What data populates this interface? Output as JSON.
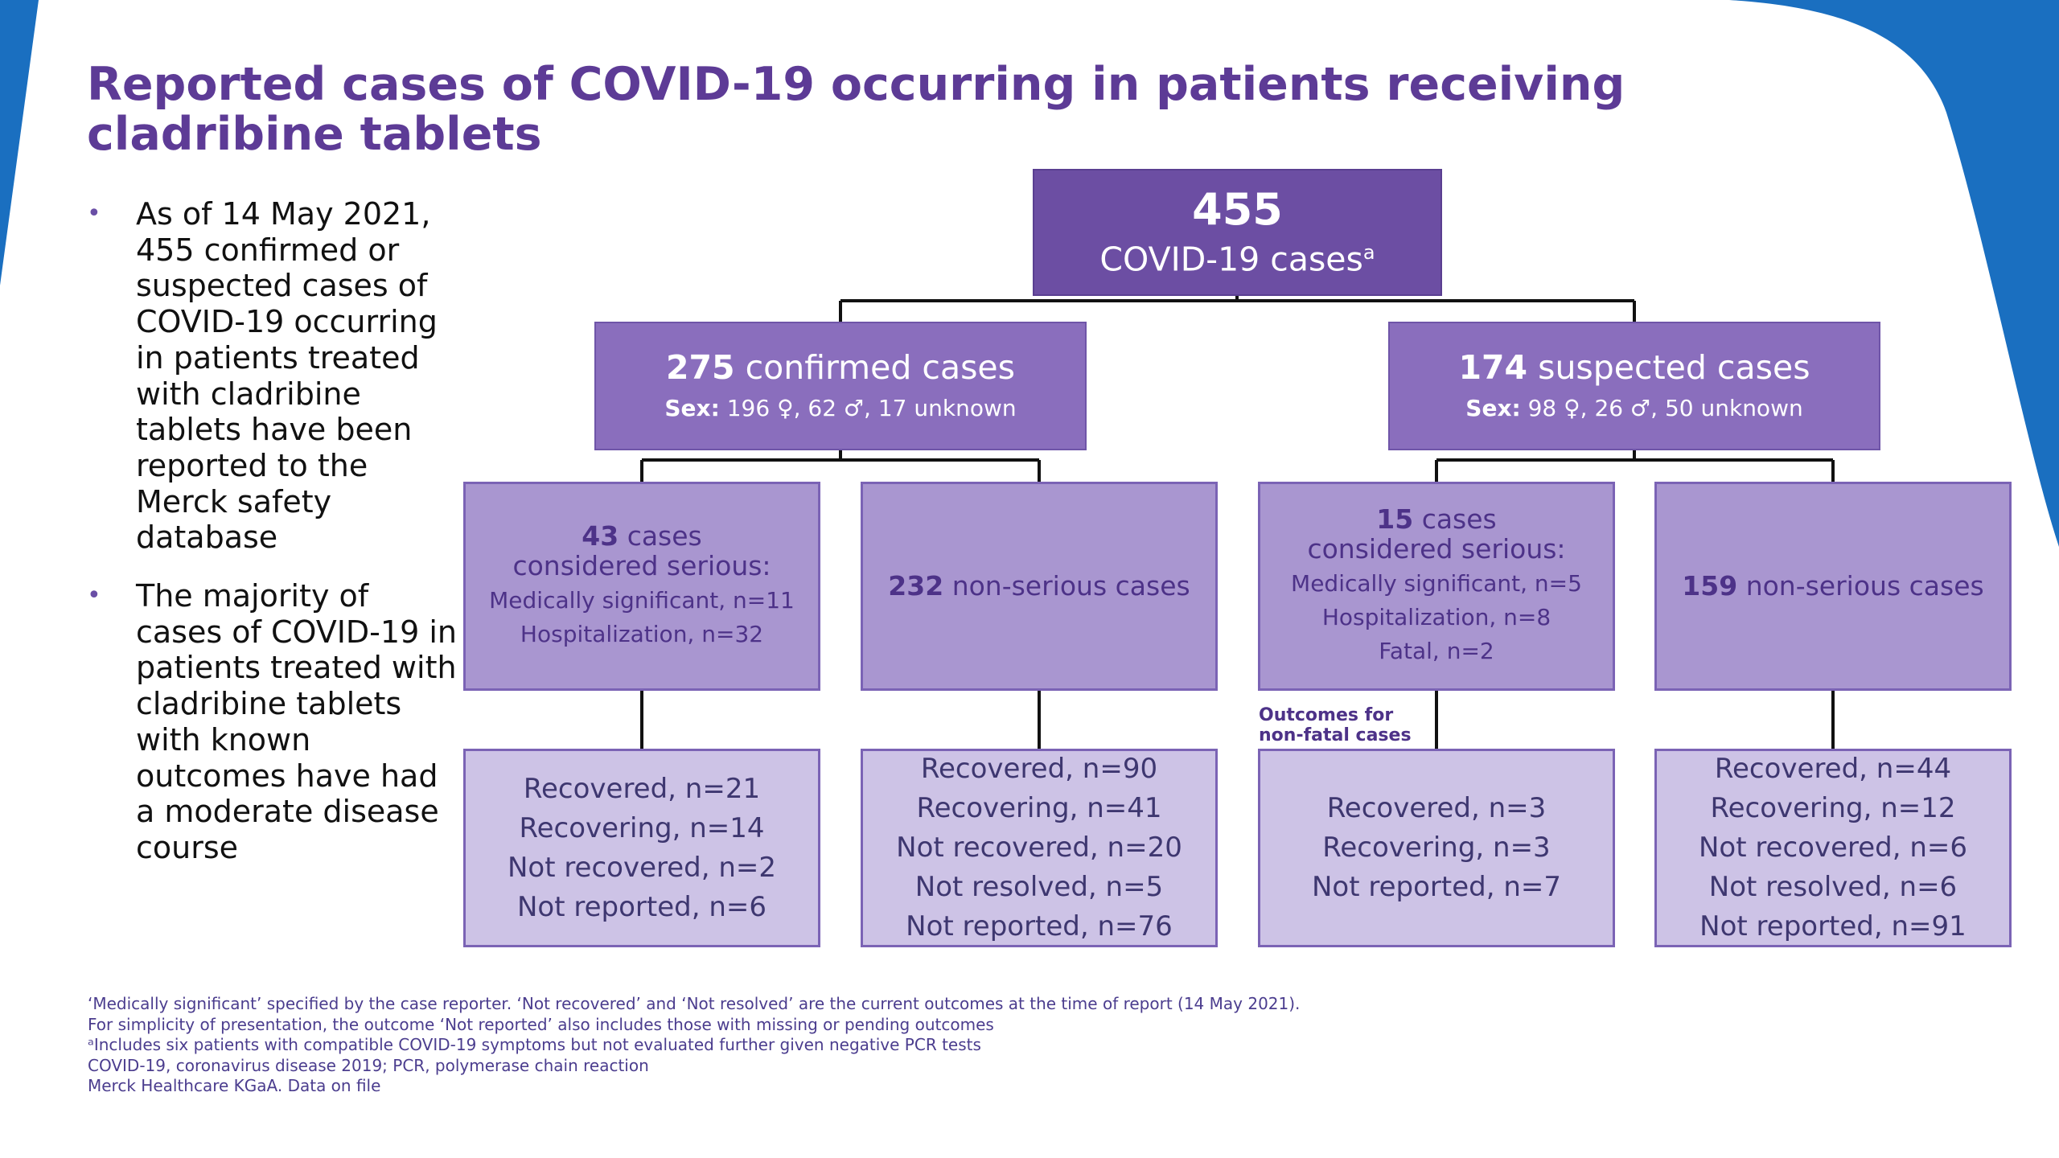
{
  "title": "Reported cases of COVID-19 occurring in patients receiving cladribine tablets",
  "bullets": [
    "As of 14 May 2021, 455 confirmed or suspected cases of COVID-19 occurring in patients treated with cladribine tablets have been reported to the Merck safety database",
    "The majority of cases of COVID-19 in patients treated with cladribine tablets with known outcomes have had a moderate disease course"
  ],
  "tree": {
    "total": {
      "number": "455",
      "label": "COVID-19 cases",
      "footnote_marker": "a"
    },
    "confirmed": {
      "number": "275",
      "label": "confirmed cases",
      "sex_label": "Sex:",
      "female": "196",
      "male": "62",
      "unknown": "17 unknown",
      "serious": {
        "number": "43",
        "label_1": "cases",
        "label_2": "considered serious:",
        "details": [
          "Medically significant, n=11",
          "Hospitalization, n=32"
        ]
      },
      "serious_outcomes": [
        "Recovered, n=21",
        "Recovering, n=14",
        "Not recovered, n=2",
        "Not reported, n=6"
      ],
      "nonserious": {
        "number": "232",
        "label": "non-serious cases"
      },
      "nonserious_outcomes": [
        "Recovered, n=90",
        "Recovering, n=41",
        "Not recovered, n=20",
        "Not resolved, n=5",
        "Not reported, n=76"
      ]
    },
    "suspected": {
      "number": "174",
      "label": "suspected cases",
      "sex_label": "Sex:",
      "female": "98",
      "male": "26",
      "unknown": "50 unknown",
      "serious": {
        "number": "15",
        "label_1": "cases",
        "label_2": "considered serious:",
        "details": [
          "Medically significant, n=5",
          "Hospitalization, n=8",
          "Fatal, n=2"
        ]
      },
      "serious_outcomes_note": "Outcomes for\nnon-fatal cases",
      "serious_outcomes": [
        "Recovered, n=3",
        "Recovering, n=3",
        "Not reported, n=7"
      ],
      "nonserious": {
        "number": "159",
        "label": "non-serious cases"
      },
      "nonserious_outcomes": [
        "Recovered, n=44",
        "Recovering, n=12",
        "Not recovered, n=6",
        "Not resolved, n=6",
        "Not reported, n=91"
      ]
    }
  },
  "footnotes": [
    "‘Medically significant’ specified by the case reporter. ‘Not recovered’ and ‘Not resolved’ are the current outcomes at the time of report (14 May 2021).",
    "For simplicity of presentation, the outcome ‘Not reported’ also includes those with missing or pending outcomes",
    "ᵃIncludes six patients with compatible COVID-19 symptoms but not evaluated further given negative PCR tests",
    "COVID-19, coronavirus disease 2019; PCR, polymerase chain reaction",
    "Merck Healthcare KGaA. Data on file"
  ],
  "colors": {
    "title": "#5d3b96",
    "top_box": "#6c4ea3",
    "level1_box": "#8a6ebd",
    "level2_box": "#a996d0",
    "level3_box": "#cdc3e6",
    "corner_decoration": "#1a6fc0"
  },
  "icons": {
    "female": "female-symbol-icon",
    "male": "male-symbol-icon"
  }
}
